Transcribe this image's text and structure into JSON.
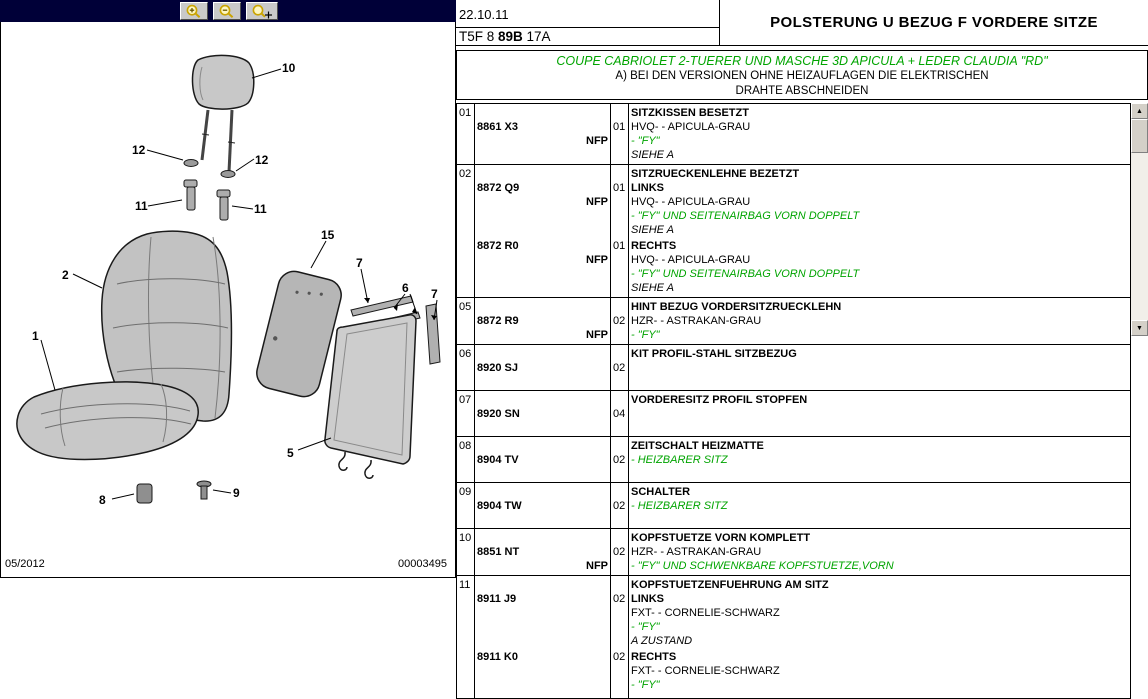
{
  "colors": {
    "toolbar_bg": "#000038",
    "green_text": "#00a400",
    "border": "#000000"
  },
  "toolbar": {
    "icons": [
      {
        "name": "magnifier-plus"
      },
      {
        "name": "magnifier-minus"
      },
      {
        "name": "magnifier-pan"
      }
    ]
  },
  "diagram": {
    "date": "05/2012",
    "figure_number": "00003495",
    "callouts": [
      "1",
      "2",
      "5",
      "6",
      "7",
      "7",
      "8",
      "9",
      "10",
      "11",
      "11",
      "12",
      "12",
      "15"
    ]
  },
  "header": {
    "date": "22.10.11",
    "code": {
      "prefix": "T5F 8 ",
      "bold": "89B",
      "suffix": " 17A"
    },
    "title": "POLSTERUNG U BEZUG F VORDERE SITZE"
  },
  "note": {
    "line1": "COUPE CABRIOLET 2-TUERER UND MASCHE 3D APICULA + LEDER CLAUDIA \"RD\"",
    "line2": "A) BEI DEN VERSIONEN OHNE HEIZAUFLAGEN DIE ELEKTRISCHEN",
    "line3": "DRAHTE ABSCHNEIDEN"
  },
  "scrollbar": {
    "up_icon": "▲",
    "down_icon": "▼"
  },
  "table": {
    "rows": [
      {
        "pos": "01",
        "entries": [
          {
            "part": "8861 X3",
            "nfp": "NFP",
            "qty": "01",
            "lines": [
              {
                "text": "SITZKISSEN BESETZT",
                "style": "bold"
              },
              {
                "text": "HVQ- - APICULA-GRAU",
                "style": "normal"
              },
              {
                "text": "- \"FY\"",
                "style": "green"
              },
              {
                "text": "SIEHE A",
                "style": "italic"
              }
            ]
          }
        ]
      },
      {
        "pos": "02",
        "entries": [
          {
            "part": "8872 Q9",
            "nfp": "NFP",
            "qty": "01",
            "lines": [
              {
                "text": "SITZRUECKENLEHNE BEZETZT",
                "style": "bold"
              },
              {
                "text": "LINKS",
                "style": "bold"
              },
              {
                "text": "HVQ- - APICULA-GRAU",
                "style": "normal"
              },
              {
                "text": "- \"FY\" UND SEITENAIRBAG VORN DOPPELT",
                "style": "green"
              },
              {
                "text": "SIEHE A",
                "style": "italic"
              }
            ]
          },
          {
            "part": "8872 R0",
            "nfp": "NFP",
            "qty": "01",
            "lines": [
              {
                "text": "RECHTS",
                "style": "bold"
              },
              {
                "text": "HVQ- - APICULA-GRAU",
                "style": "normal"
              },
              {
                "text": "- \"FY\" UND SEITENAIRBAG VORN DOPPELT",
                "style": "green"
              },
              {
                "text": "SIEHE A",
                "style": "italic"
              }
            ]
          }
        ]
      },
      {
        "pos": "05",
        "entries": [
          {
            "part": "8872 R9",
            "nfp": "NFP",
            "qty": "02",
            "lines": [
              {
                "text": "HINT BEZUG VORDERSITZRUECKLEHN",
                "style": "bold"
              },
              {
                "text": "HZR- - ASTRAKAN-GRAU",
                "style": "normal"
              },
              {
                "text": "- \"FY\"",
                "style": "green"
              }
            ]
          }
        ]
      },
      {
        "pos": "06",
        "entries": [
          {
            "part": "8920 SJ",
            "nfp": "",
            "qty": "02",
            "lines": [
              {
                "text": "KIT PROFIL-STAHL SITZBEZUG",
                "style": "bold"
              }
            ]
          }
        ]
      },
      {
        "pos": "07",
        "entries": [
          {
            "part": "8920 SN",
            "nfp": "",
            "qty": "04",
            "lines": [
              {
                "text": "VORDERESITZ PROFIL STOPFEN",
                "style": "bold"
              }
            ]
          }
        ]
      },
      {
        "pos": "08",
        "entries": [
          {
            "part": "8904 TV",
            "nfp": "",
            "qty": "02",
            "lines": [
              {
                "text": "ZEITSCHALT HEIZMATTE",
                "style": "bold"
              },
              {
                "text": "- HEIZBARER SITZ",
                "style": "green"
              }
            ]
          }
        ]
      },
      {
        "pos": "09",
        "entries": [
          {
            "part": "8904 TW",
            "nfp": "",
            "qty": "02",
            "lines": [
              {
                "text": "SCHALTER",
                "style": "bold"
              },
              {
                "text": "- HEIZBARER SITZ",
                "style": "green"
              }
            ]
          }
        ]
      },
      {
        "pos": "10",
        "entries": [
          {
            "part": "8851 NT",
            "nfp": "NFP",
            "qty": "02",
            "lines": [
              {
                "text": "KOPFSTUETZE VORN KOMPLETT",
                "style": "bold"
              },
              {
                "text": "HZR- - ASTRAKAN-GRAU",
                "style": "normal"
              },
              {
                "text": "- \"FY\" UND SCHWENKBARE KOPFSTUETZE,VORN",
                "style": "green"
              }
            ]
          }
        ]
      },
      {
        "pos": "11",
        "entries": [
          {
            "part": "8911 J9",
            "nfp": "",
            "qty": "02",
            "lines": [
              {
                "text": "KOPFSTUETZENFUEHRUNG AM SITZ",
                "style": "bold"
              },
              {
                "text": "LINKS",
                "style": "bold"
              },
              {
                "text": "FXT- - CORNELIE-SCHWARZ",
                "style": "normal"
              },
              {
                "text": "- \"FY\"",
                "style": "green"
              },
              {
                "text": "A ZUSTAND",
                "style": "italic"
              }
            ]
          },
          {
            "part": "8911 K0",
            "nfp": "",
            "qty": "02",
            "lines": [
              {
                "text": "RECHTS",
                "style": "bold"
              },
              {
                "text": "FXT- - CORNELIE-SCHWARZ",
                "style": "normal"
              },
              {
                "text": "- \"FY\"",
                "style": "green"
              }
            ]
          }
        ]
      }
    ]
  }
}
